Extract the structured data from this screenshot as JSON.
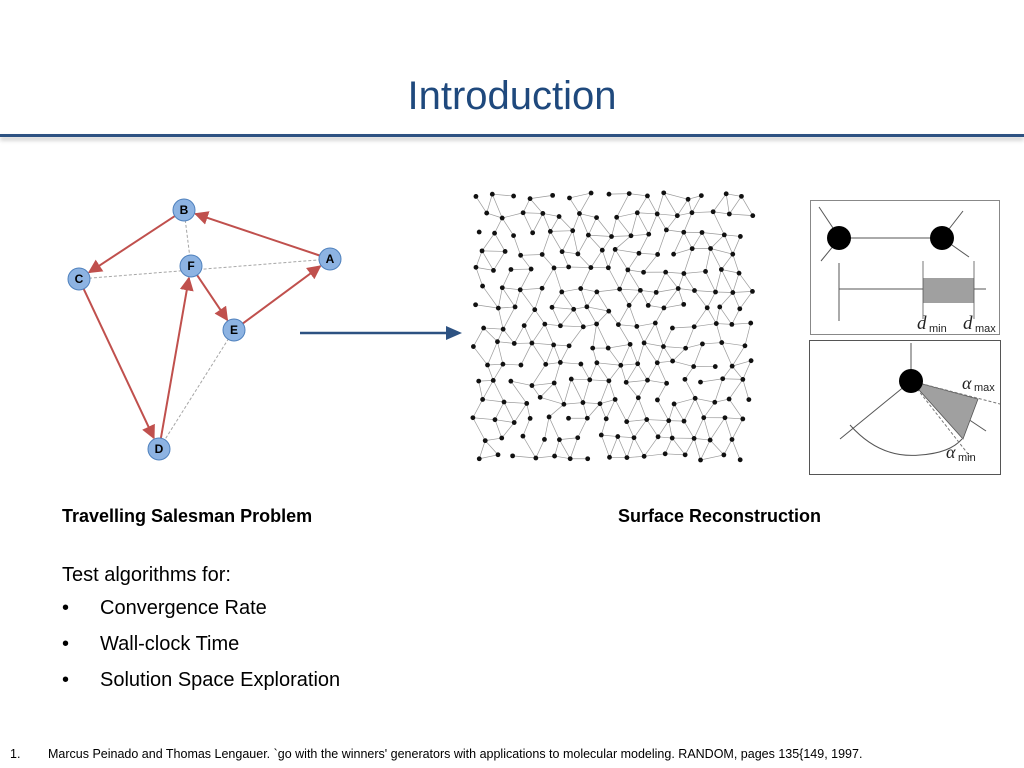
{
  "slide": {
    "title": "Introduction",
    "left_caption": "Travelling Salesman Problem",
    "right_caption": "Surface Reconstruction",
    "test_heading": "Test algorithms for:",
    "bullets": [
      "Convergence Rate",
      "Wall-clock Time",
      "Solution Space Exploration"
    ],
    "bullet_glyph": "•",
    "footnote_number": "1.",
    "footnote_text": "Marcus Peinado and Thomas Lengauer. `go with the winners' generators with applications to molecular modeling. RANDOM, pages 135{149, 1997."
  },
  "graph": {
    "nodes": [
      {
        "label": "A"
      },
      {
        "label": "B"
      },
      {
        "label": "C"
      },
      {
        "label": "D"
      },
      {
        "label": "E"
      },
      {
        "label": "F"
      }
    ],
    "tour": [
      "A",
      "B",
      "C",
      "D",
      "F",
      "E",
      "A"
    ],
    "node_fill": "#8db3e2",
    "node_stroke": "#4f81bd",
    "tour_color": "#c0504d",
    "dashed_color": "#a6a6a6"
  },
  "diagram_labels": {
    "d_symbol": "d",
    "d_min_sub": "min",
    "d_max_sub": "max",
    "alpha_symbol": "α",
    "alpha_max_sub": "max",
    "alpha_min_sub": "min"
  },
  "colors": {
    "title": "#1f497d",
    "rule": "#2d5282",
    "arrow": "#2d5282",
    "shade": "#a0a0a0"
  }
}
